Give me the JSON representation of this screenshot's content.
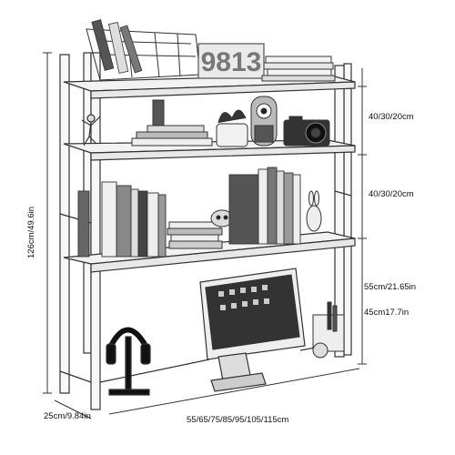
{
  "dimensions": {
    "height": "126cm/49.6in",
    "depth": "25cm/9.84in",
    "width": "55/65/75/85/95/105/115cm",
    "tier1_gap": "40/30/20cm",
    "tier2_gap": "40/30/20cm",
    "bottom_gap": "55cm/21.65in",
    "desk_clearance": "45cm17.7in"
  },
  "decor": {
    "clock_digits": "9813"
  },
  "colors": {
    "line": "#333333",
    "frame": "#f7f7f7",
    "shelf": "#f2f2f2",
    "dark": "#222222"
  }
}
